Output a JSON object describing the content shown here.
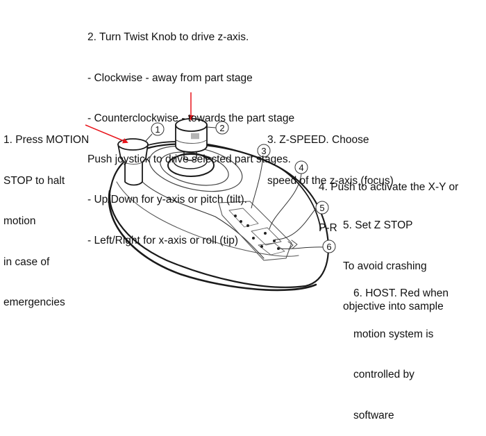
{
  "annotations": {
    "item1": {
      "number": "1",
      "lines": [
        "1. Press MOTION",
        "STOP to halt",
        "motion",
        "in case of",
        "emergencies"
      ]
    },
    "item2": {
      "number": "2",
      "lines": [
        "2. Turn Twist Knob to drive z-axis.",
        "- Clockwise - away from part stage",
        "- Counterclockwise - towards the part stage",
        "Push joystick to drive selected part stages.",
        "- Up/Down for y-axis or pitch (tilt).",
        "- Left/Right for x-axis or roll (tip)"
      ]
    },
    "item3": {
      "number": "3",
      "lines": [
        "3. Z-SPEED. Choose",
        "speed of the z-axis (focus)"
      ]
    },
    "item4": {
      "number": "4",
      "lines": [
        "4. Push to activate the X-Y or",
        "P-R"
      ]
    },
    "item5": {
      "number": "5",
      "lines": [
        "5. Set Z STOP",
        "To avoid crashing",
        "objective into sample"
      ]
    },
    "item6": {
      "number": "6",
      "lines": [
        "6. HOST. Red when",
        "motion system is",
        "controlled by",
        "software"
      ]
    }
  },
  "colors": {
    "arrow": "#e8141b",
    "ink": "#111111"
  }
}
